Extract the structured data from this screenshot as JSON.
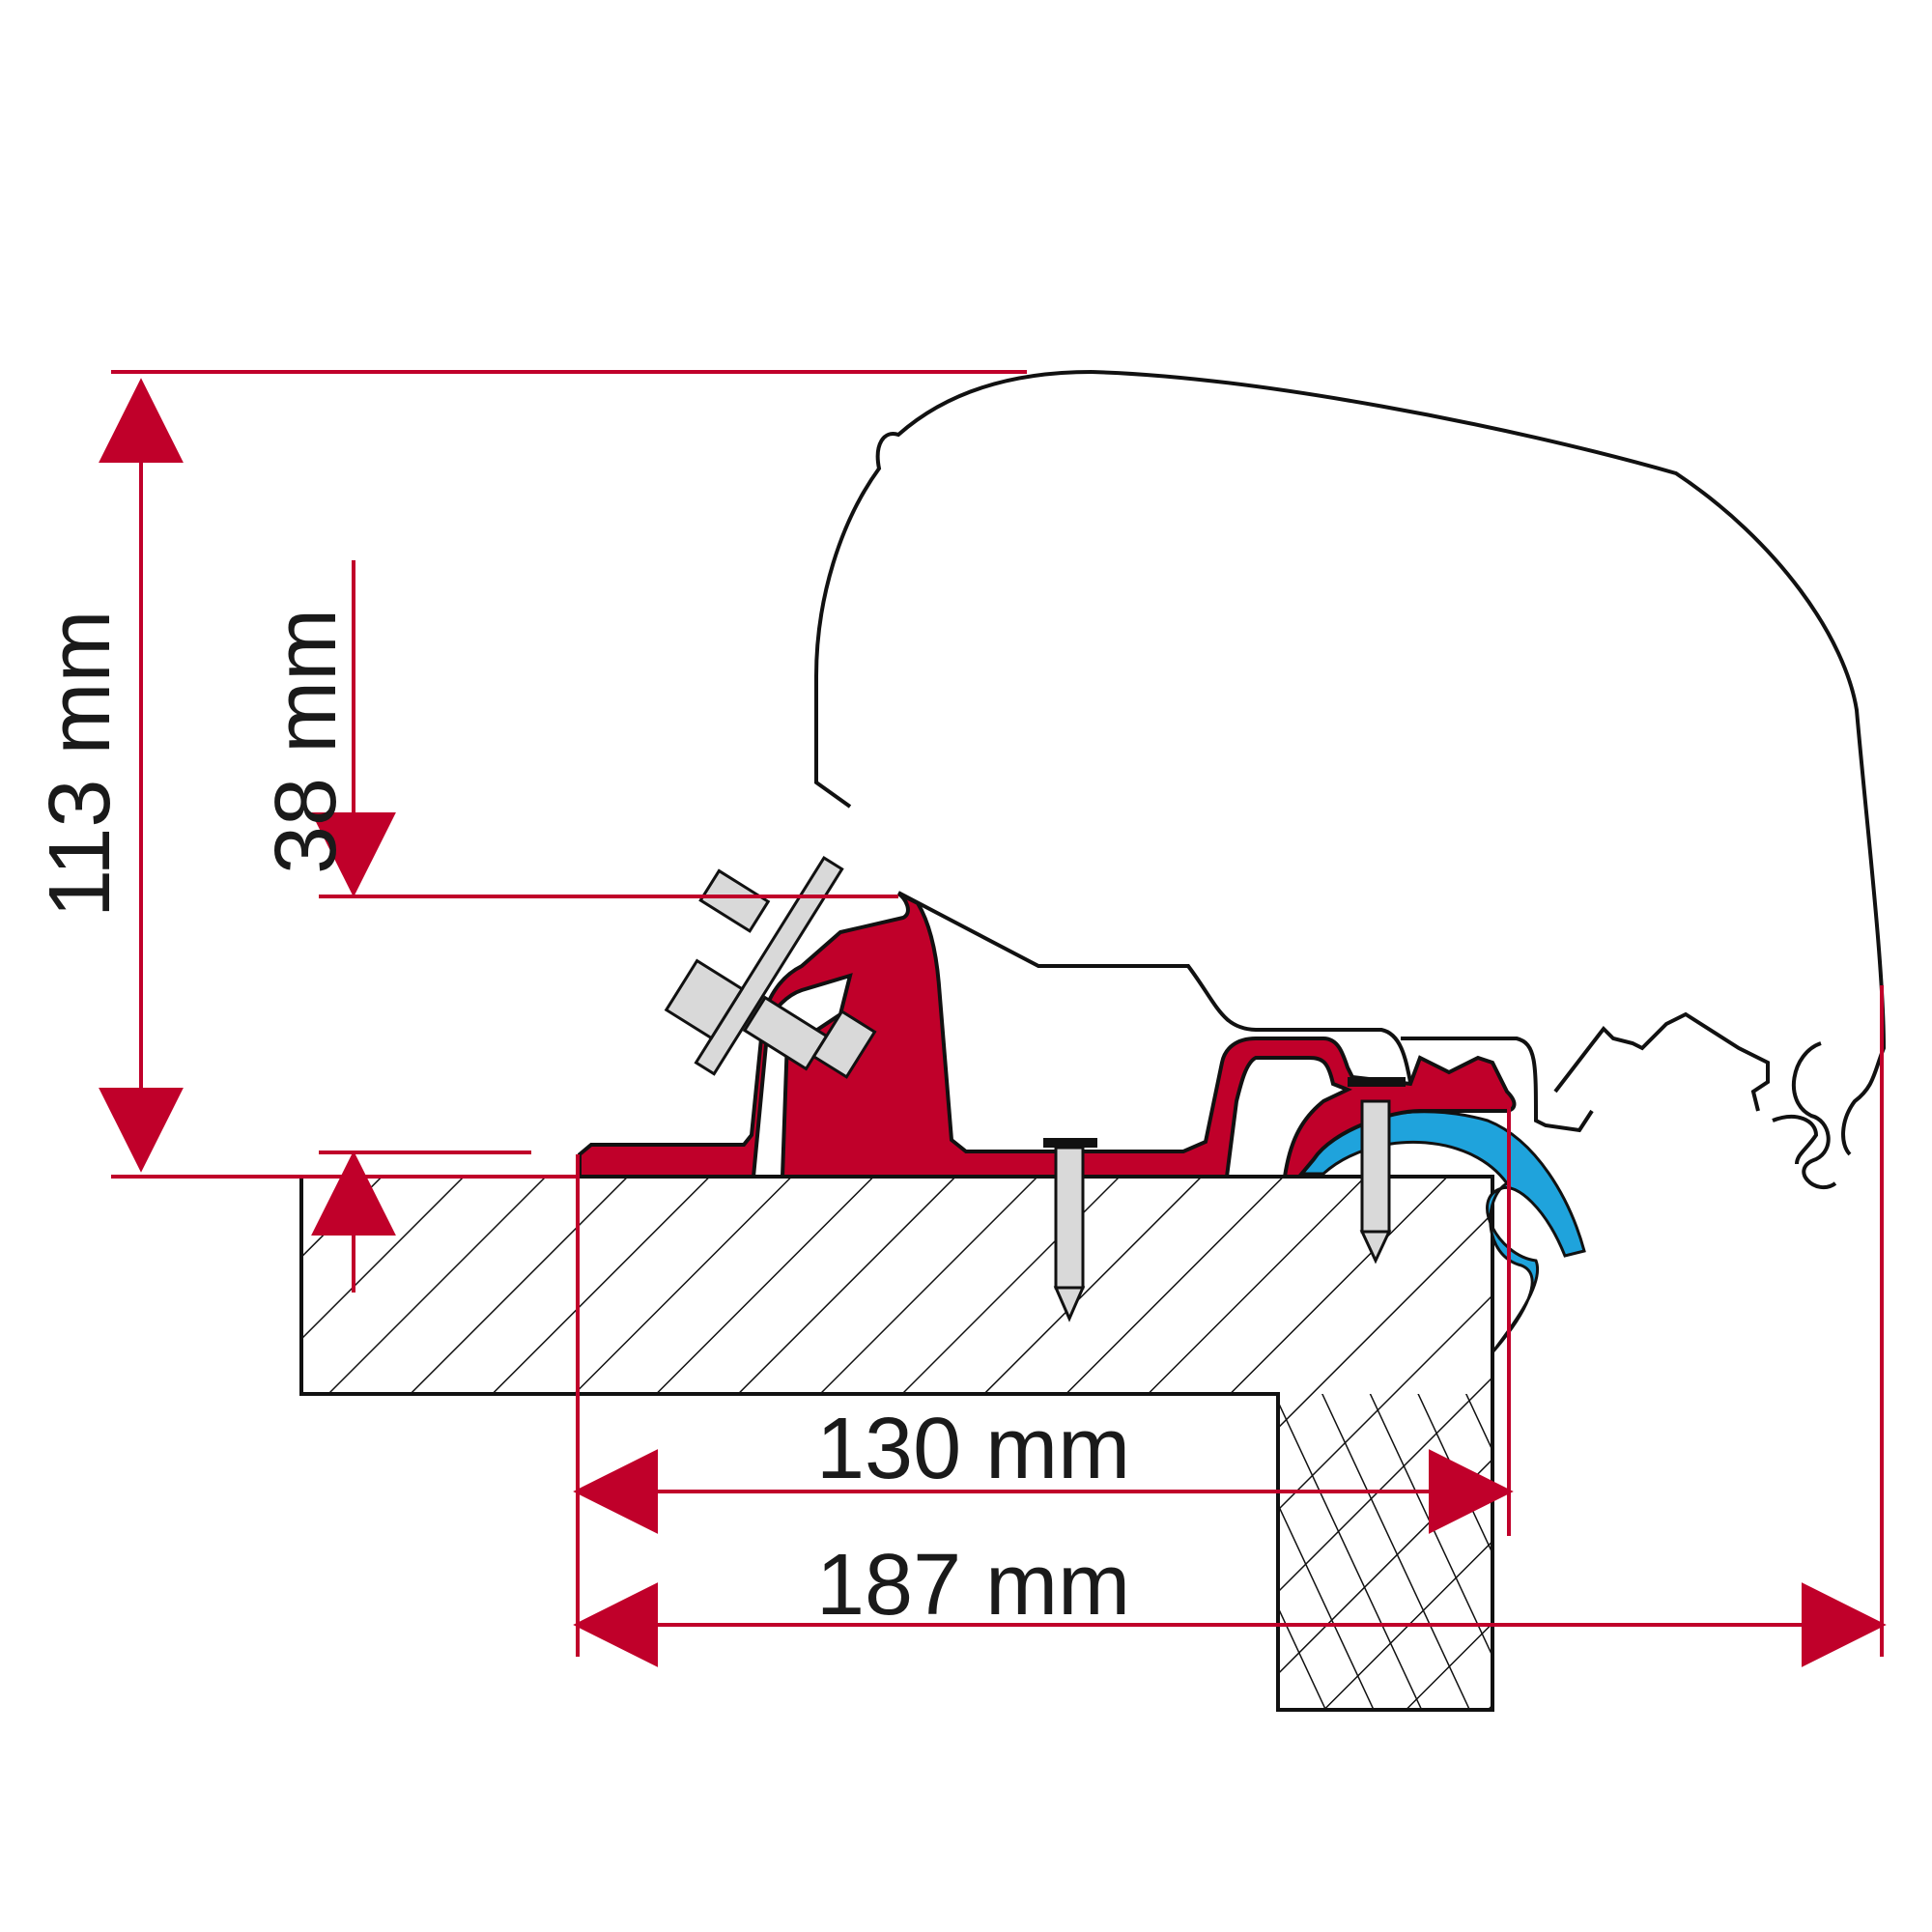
{
  "diagram": {
    "type": "technical-cross-section",
    "subject": "awning mounting adapter profile on vehicle wall/roof",
    "colors": {
      "dimension_line": "#c0002a",
      "adapter_profile": "#c0002a",
      "seal_profile": "#1fa3dc",
      "hardware": "#d9d9d9",
      "outline": "#111111",
      "background": "#ffffff"
    },
    "dimensions": {
      "total_height": {
        "label": "113 mm",
        "orientation": "vertical"
      },
      "adapter_height": {
        "label": "38 mm",
        "orientation": "vertical"
      },
      "rail_width": {
        "label": "130 mm",
        "orientation": "horizontal"
      },
      "overall_width": {
        "label": "187 mm",
        "orientation": "horizontal"
      }
    },
    "components": [
      "awning-housing-outline",
      "red-adapter-bracket",
      "bolt-and-nut",
      "screw-left",
      "screw-right",
      "blue-keder-seal",
      "hatched-wall-section"
    ]
  }
}
